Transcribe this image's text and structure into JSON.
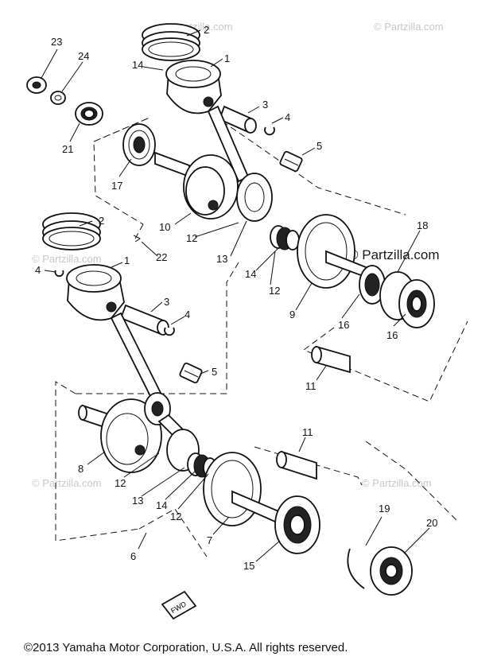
{
  "watermark": "© Partzilla.com",
  "watermark_main": "© Partzilla.com",
  "copyright": "©2013  Yamaha Motor Corporation, U.S.A. All rights reserved.",
  "fwd_label": "FWD",
  "callouts": {
    "c1a": "1",
    "c1b": "1",
    "c2a": "2",
    "c2b": "2",
    "c3a": "3",
    "c3b": "3",
    "c4a": "4",
    "c4b": "4",
    "c4c": "4",
    "c5a": "5",
    "c5b": "5",
    "c6": "6",
    "c7": "7",
    "c8": "8",
    "c9": "9",
    "c10": "10",
    "c11a": "11",
    "c11b": "11",
    "c12a": "12",
    "c12b": "12",
    "c12c": "12",
    "c12d": "12",
    "c13a": "13",
    "c13b": "13",
    "c14a": "14",
    "c14b": "14",
    "c14c": "14",
    "c15": "15",
    "c16a": "16",
    "c16b": "16",
    "c17": "17",
    "c18": "18",
    "c19": "19",
    "c20": "20",
    "c21": "21",
    "c22": "22",
    "c23": "23",
    "c24": "24"
  }
}
